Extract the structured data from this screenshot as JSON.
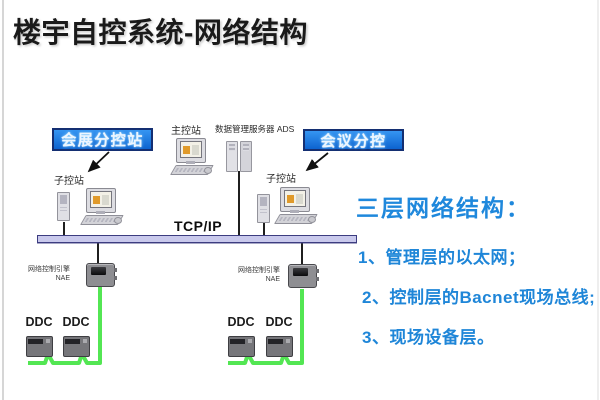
{
  "title": "楼宇自控系统-网络结构",
  "boxes": {
    "exhibition": "会展分控站",
    "conference": "会议分控"
  },
  "labels": {
    "main_station": "主控站",
    "data_server": "数据管理服务器 ADS",
    "substation": "子控站",
    "tcpip": "TCP/IP",
    "nae_line1": "网络控制引擎",
    "nae_line2": "NAE",
    "ddc": "DDC"
  },
  "notes": {
    "heading": "三层网络结构：",
    "items": [
      {
        "label": "1、管理层的以太网；"
      },
      {
        "label": "2、控制层的Bacnet现场总线;"
      },
      {
        "label": "3、现场设备层。"
      }
    ]
  },
  "colors": {
    "label_box_blue": "#1b7ce0",
    "label_box_border": "#142f72",
    "note_blue": "#1f86d8",
    "bus_fill": "#c9c9ec",
    "bus_border": "#3c3c80",
    "field_bus_green": "#53e653"
  }
}
